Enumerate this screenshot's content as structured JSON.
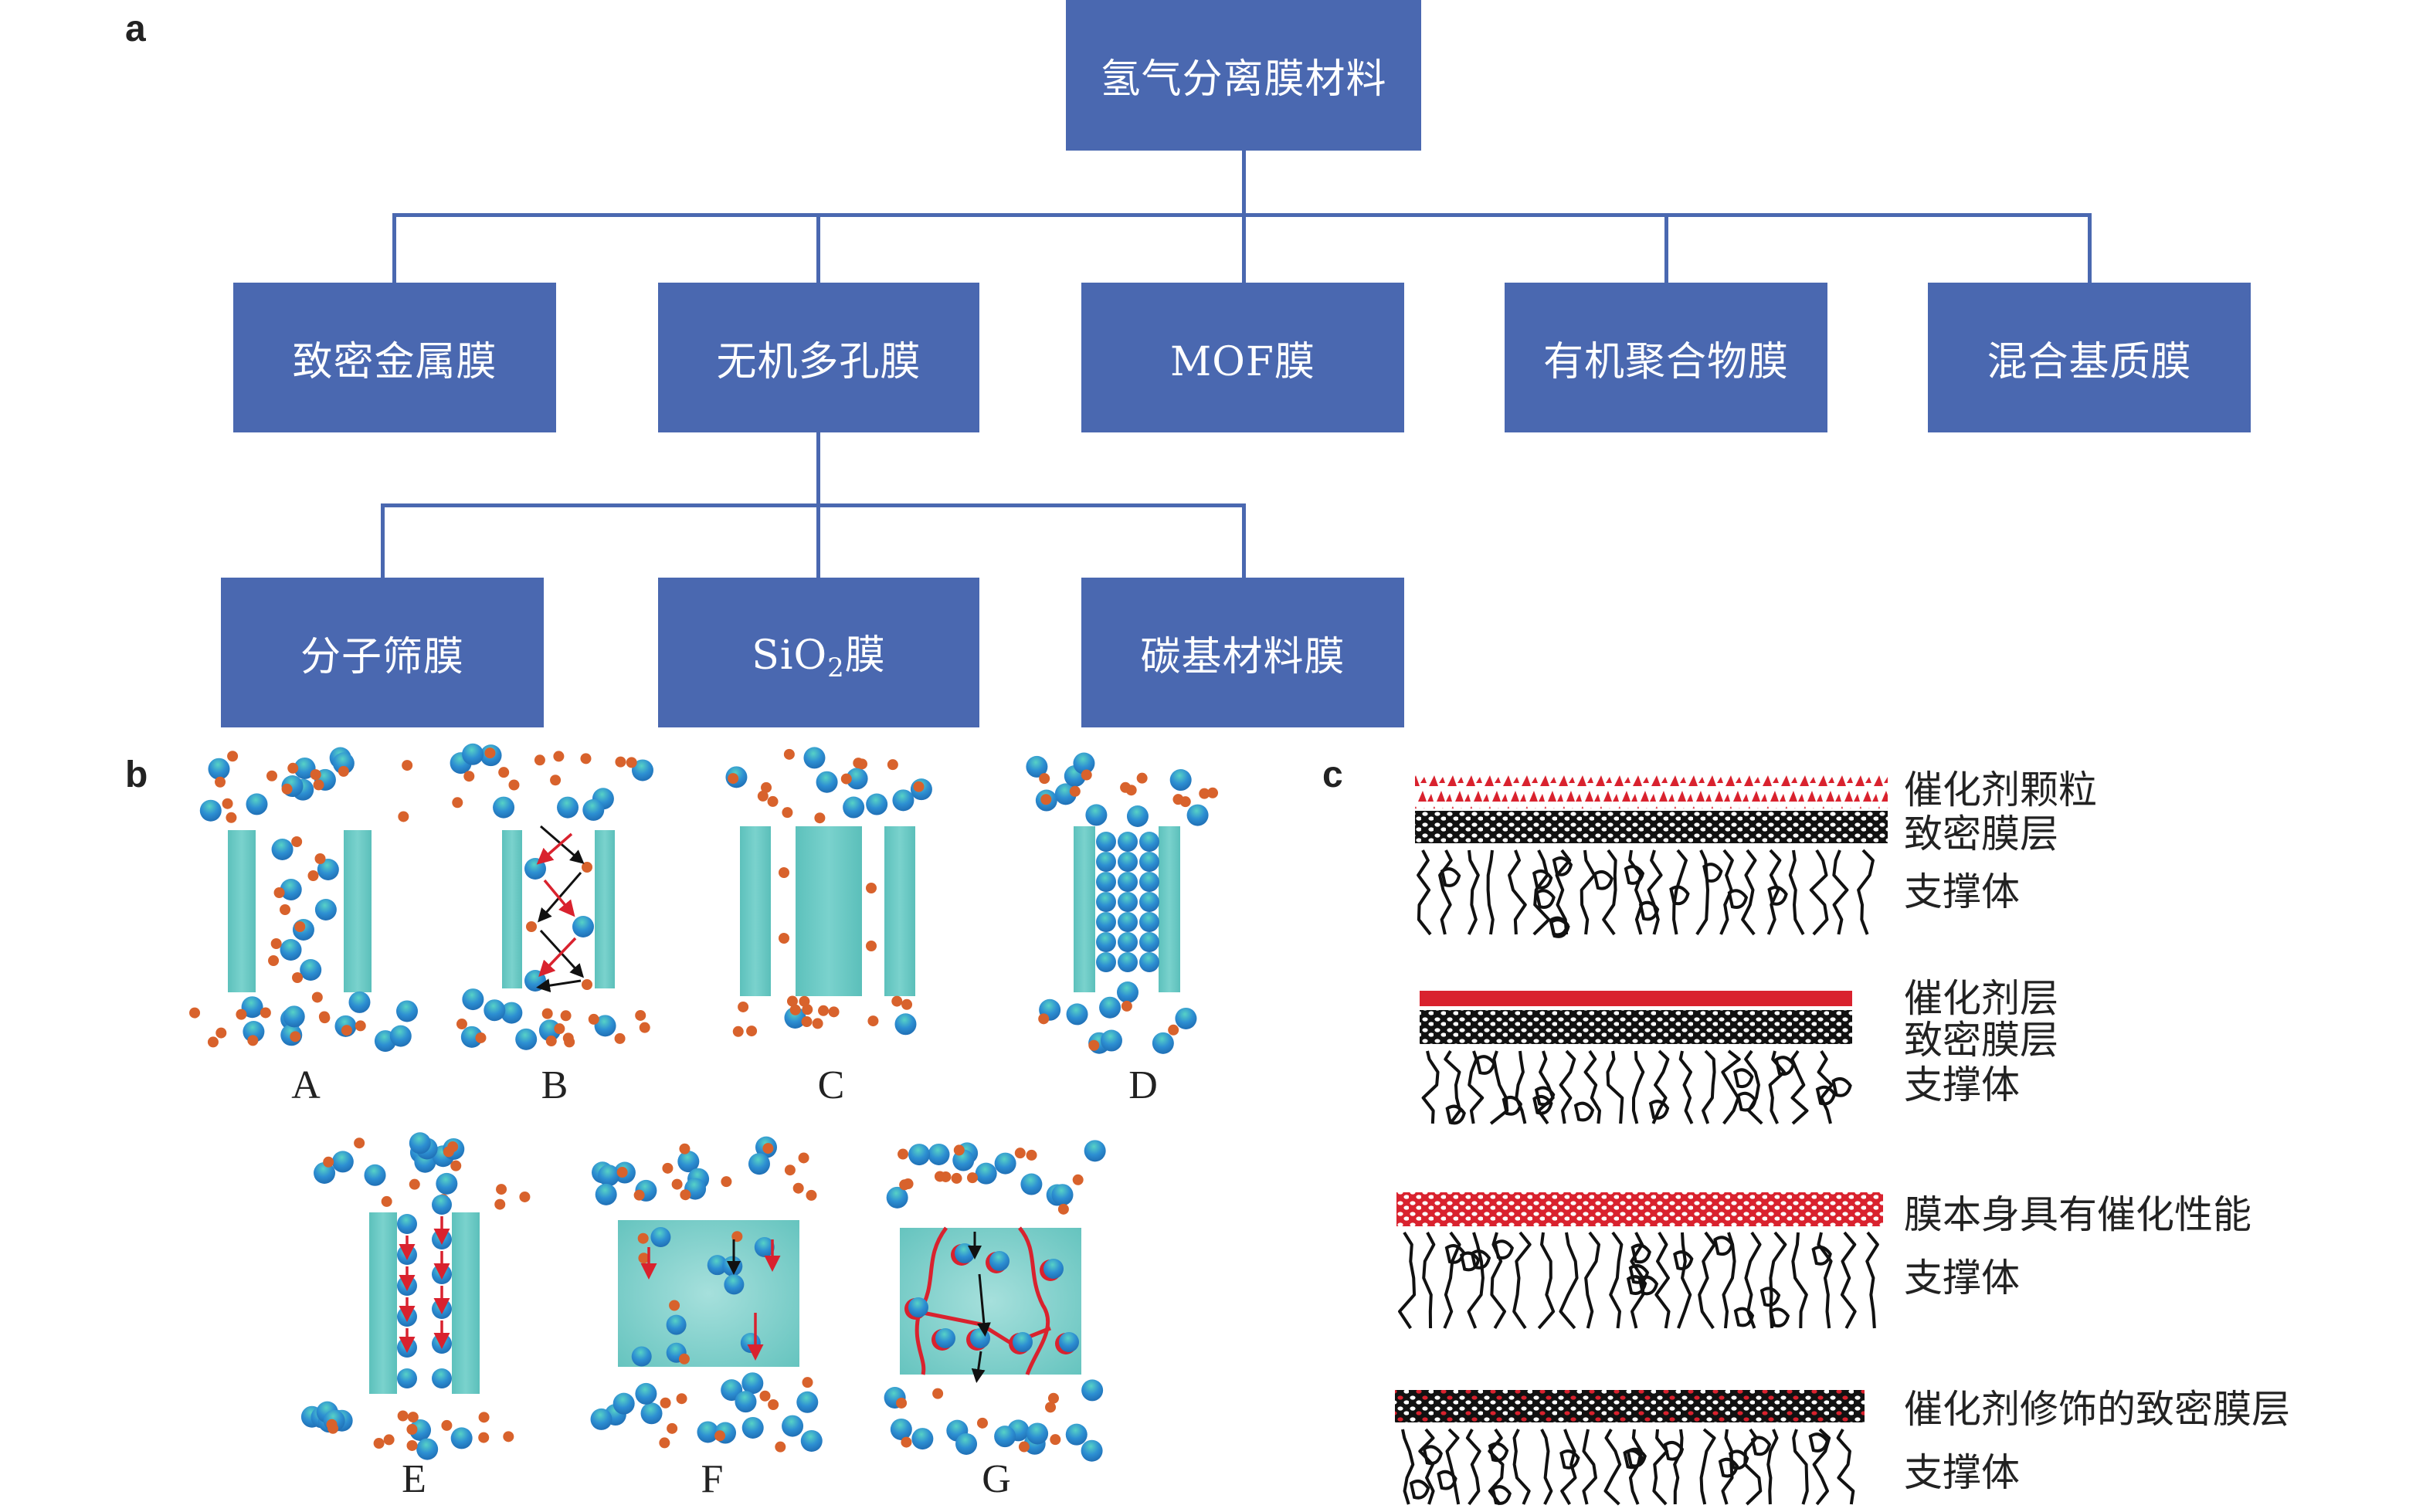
{
  "panels": {
    "a": "a",
    "b": "b",
    "c": "c"
  },
  "tree": {
    "root": "氢气分离膜材料",
    "level2": [
      "致密金属膜",
      "无机多孔膜",
      "MOF膜",
      "有机聚合物膜",
      "混合基质膜"
    ],
    "level3": [
      {
        "main": "分子筛膜",
        "sub": "",
        "suffix": ""
      },
      {
        "main": "SiO",
        "sub": "2",
        "suffix": "膜"
      },
      {
        "main": "碳基材料膜",
        "sub": "",
        "suffix": ""
      }
    ]
  },
  "mechanisms": {
    "labels": [
      "A",
      "B",
      "C",
      "D",
      "E",
      "F",
      "G"
    ]
  },
  "structures": [
    {
      "layers": [
        "催化剂颗粒",
        "致密膜层",
        "支撑体"
      ]
    },
    {
      "layers": [
        "催化剂层",
        "致密膜层",
        "支撑体"
      ]
    },
    {
      "layers": [
        "膜本身具有催化性能",
        "支撑体"
      ]
    },
    {
      "layers": [
        "催化剂修饰的致密膜层",
        "支撑体"
      ]
    }
  ],
  "colors": {
    "box": "#4a68b0",
    "teal": "#63c6c1",
    "sphere": "#2d8fd2",
    "dot": "#d8622c",
    "red": "#d9222e"
  }
}
